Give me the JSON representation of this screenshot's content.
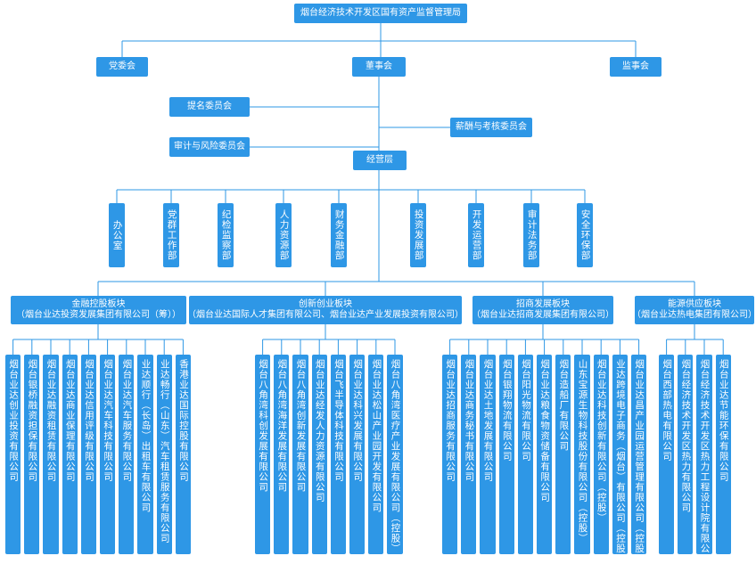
{
  "top": "烟台经济技术开发区国有资产监督管理局",
  "party": "党委会",
  "board": "董事会",
  "supervisor": "监事会",
  "nomination": "提名委员会",
  "audit_risk": "审计与风险委员会",
  "salary": "薪酬与考核委员会",
  "management": "经营层",
  "departments": [
    "办公室",
    "党群工作部",
    "纪检监察部",
    "人力资源部",
    "财务金融部",
    "投资发展部",
    "开发运营部",
    "审计法务部",
    "安全环保部"
  ],
  "segments": [
    {
      "line1": "金融控股板块",
      "line2": "（烟台业达投资发展集团有限公司（筹））",
      "companies": [
        "烟台业达创业投资有限公司",
        "烟台银桥融资担保有限公司",
        "烟台业达融资租赁有限公司",
        "烟台业达商业保理有限公司",
        "烟台业达信用评级有限公司",
        "烟台业达汽车科技有限公司",
        "烟台业达汽车服务有限公司",
        "业达顺行（长岛）出租车有限公司",
        "业达畅行（山东）汽车租赁服务有限公司",
        "香港业达国际控股有限公司"
      ]
    },
    {
      "line1": "创新创业板块",
      "line2": "（烟台业达国际人才集团有限公司、烟台业达产业发展投资有限公司）",
      "companies": [
        "烟台八角湾科创发展有限公司",
        "烟台八角湾海洋发展有限公司",
        "烟台八角湾创新发展有限公司",
        "烟台业达经发人力资源有限公司",
        "烟台飞半导体科技有限公司",
        "烟台业达科兴发展有限公司",
        "烟台业达松山产业园开发有限公司",
        "烟台八角湾医疗产业发展有限公司（控股）"
      ]
    },
    {
      "line1": "招商发展板块",
      "line2": "（烟台业达招商发展集团有限公司）",
      "companies": [
        "烟台业达招商服务有限公司",
        "烟台业达商务秘书有限公司",
        "烟台业达土地发展有限公司",
        "烟台银翔物流有限公司",
        "烟台阳光物流有限公司",
        "烟台业达粮食物资储备有限公司",
        "烟台造船厂有限公司",
        "山东宝源生物科技股份有限公司（控股）",
        "烟台业达科技创新有限公司（控股）",
        "业达跨境电子商务（烟台）有限公司（控股）",
        "烟台业达昌产业园运营管理有限公司（控股）"
      ]
    },
    {
      "line1": "能源供应板块",
      "line2": "（烟台业达热电集团有限公司）",
      "companies": [
        "烟台西部热电有限公司",
        "烟台经济技术开发区热力有限公司",
        "烟台经济技术开发区热力工程设计院有限公司",
        "烟台业达节能环保有限公司"
      ]
    }
  ]
}
